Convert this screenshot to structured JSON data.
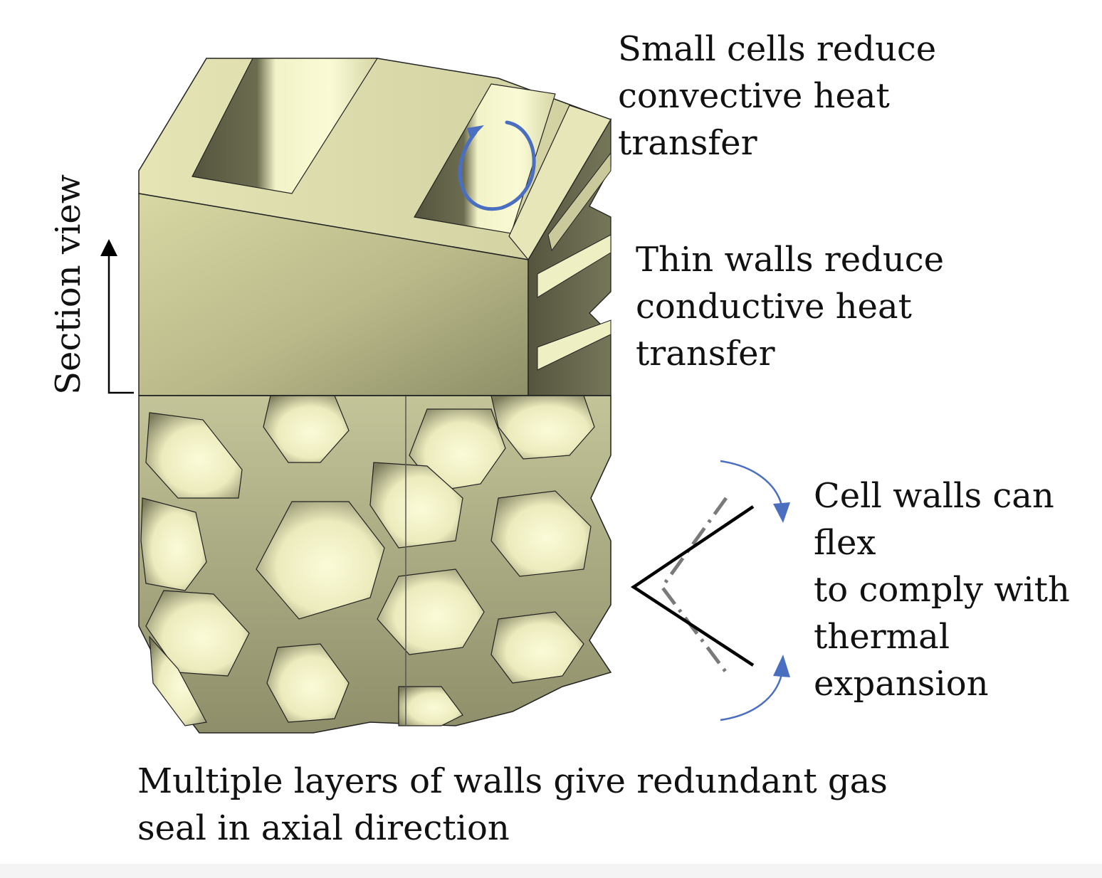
{
  "annotations": {
    "section_view": "Section view",
    "convective": [
      "Small cells reduce",
      "convective heat",
      "transfer"
    ],
    "conductive": [
      "Thin walls reduce",
      "conductive heat",
      "transfer"
    ],
    "flex": [
      "Cell walls can",
      "flex",
      "to comply with",
      "thermal",
      "expansion"
    ],
    "seal": [
      "Multiple layers of walls give redundant gas",
      "seal in axial direction"
    ]
  },
  "colors": {
    "material_light": "#efefbe",
    "material_mid": "#d6d6a6",
    "material_shadow": "#5d5d45",
    "material_dark": "#3e3e2c",
    "arrow_blue": "#4a6fc1",
    "deformed_line": "#7a7a7a"
  }
}
